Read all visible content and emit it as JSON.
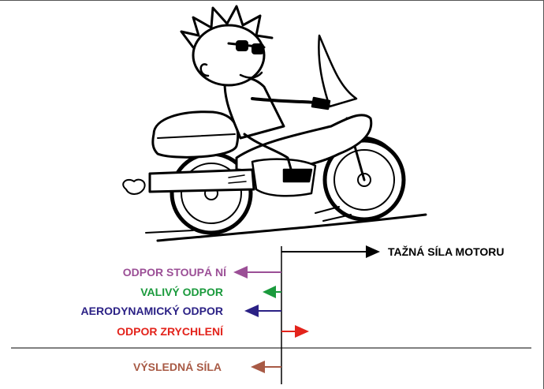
{
  "forces": [
    {
      "id": "tazna",
      "label": "TAŽNÁ SÍLA MOTORU",
      "color": "#000000"
    },
    {
      "id": "stoupani",
      "label": "ODPOR STOUPÁ NÍ",
      "color": "#9b4f96"
    },
    {
      "id": "valivy",
      "label": "VALIVÝ ODPOR",
      "color": "#1a9a3c"
    },
    {
      "id": "aero",
      "label": "AERODYNAMICKÝ ODPOR",
      "color": "#2b2185"
    },
    {
      "id": "zrychleni",
      "label": "ODPOR ZRYCHLENÍ",
      "color": "#e3231b"
    },
    {
      "id": "vysledna",
      "label": "VÝSLEDNÁ SÍLA",
      "color": "#a85a45"
    }
  ]
}
